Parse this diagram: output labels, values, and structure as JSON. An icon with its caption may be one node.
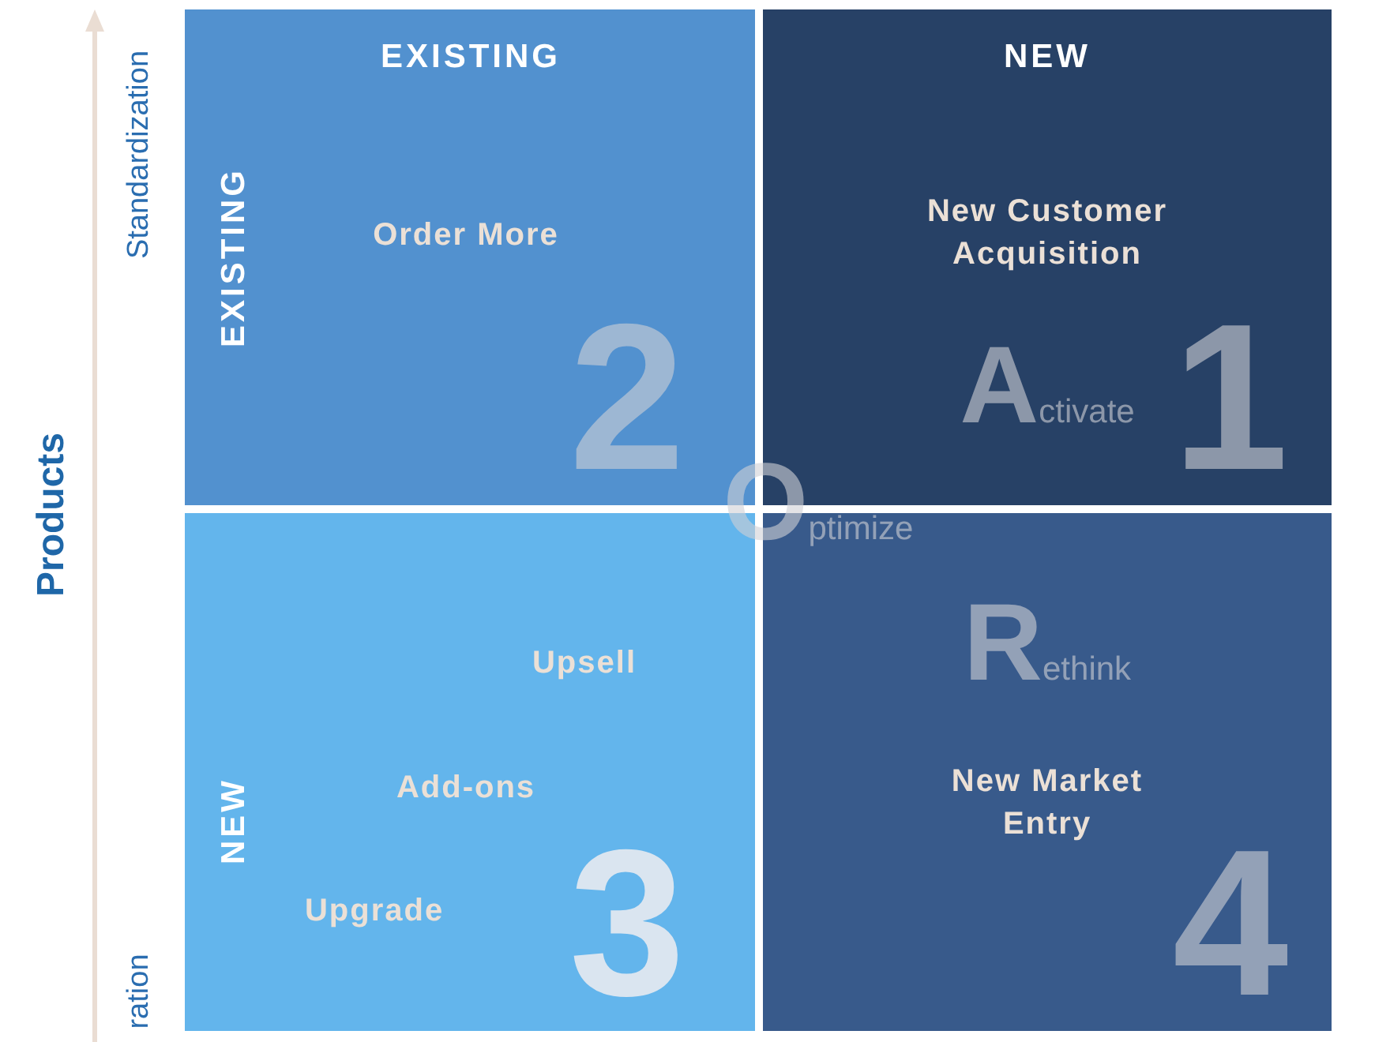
{
  "diagram": {
    "nodes": [
      {
        "text": [
          "EXISTING",
          "EXISTING",
          "Order More",
          "2"
        ]
      },
      {
        "text": [
          "NEW",
          "New Customer Acquisition",
          "Activate",
          "1"
        ]
      },
      {
        "text": [
          "NEW",
          "Upsell",
          "Add-ons",
          "Upgrade",
          "3"
        ]
      },
      {
        "text": [
          "Rethink",
          "New Market Entry",
          "4"
        ]
      }
    ],
    "edges": [],
    "labels": [
      "Standardization",
      "Products",
      "Optimize",
      "ration"
    ]
  }
}
